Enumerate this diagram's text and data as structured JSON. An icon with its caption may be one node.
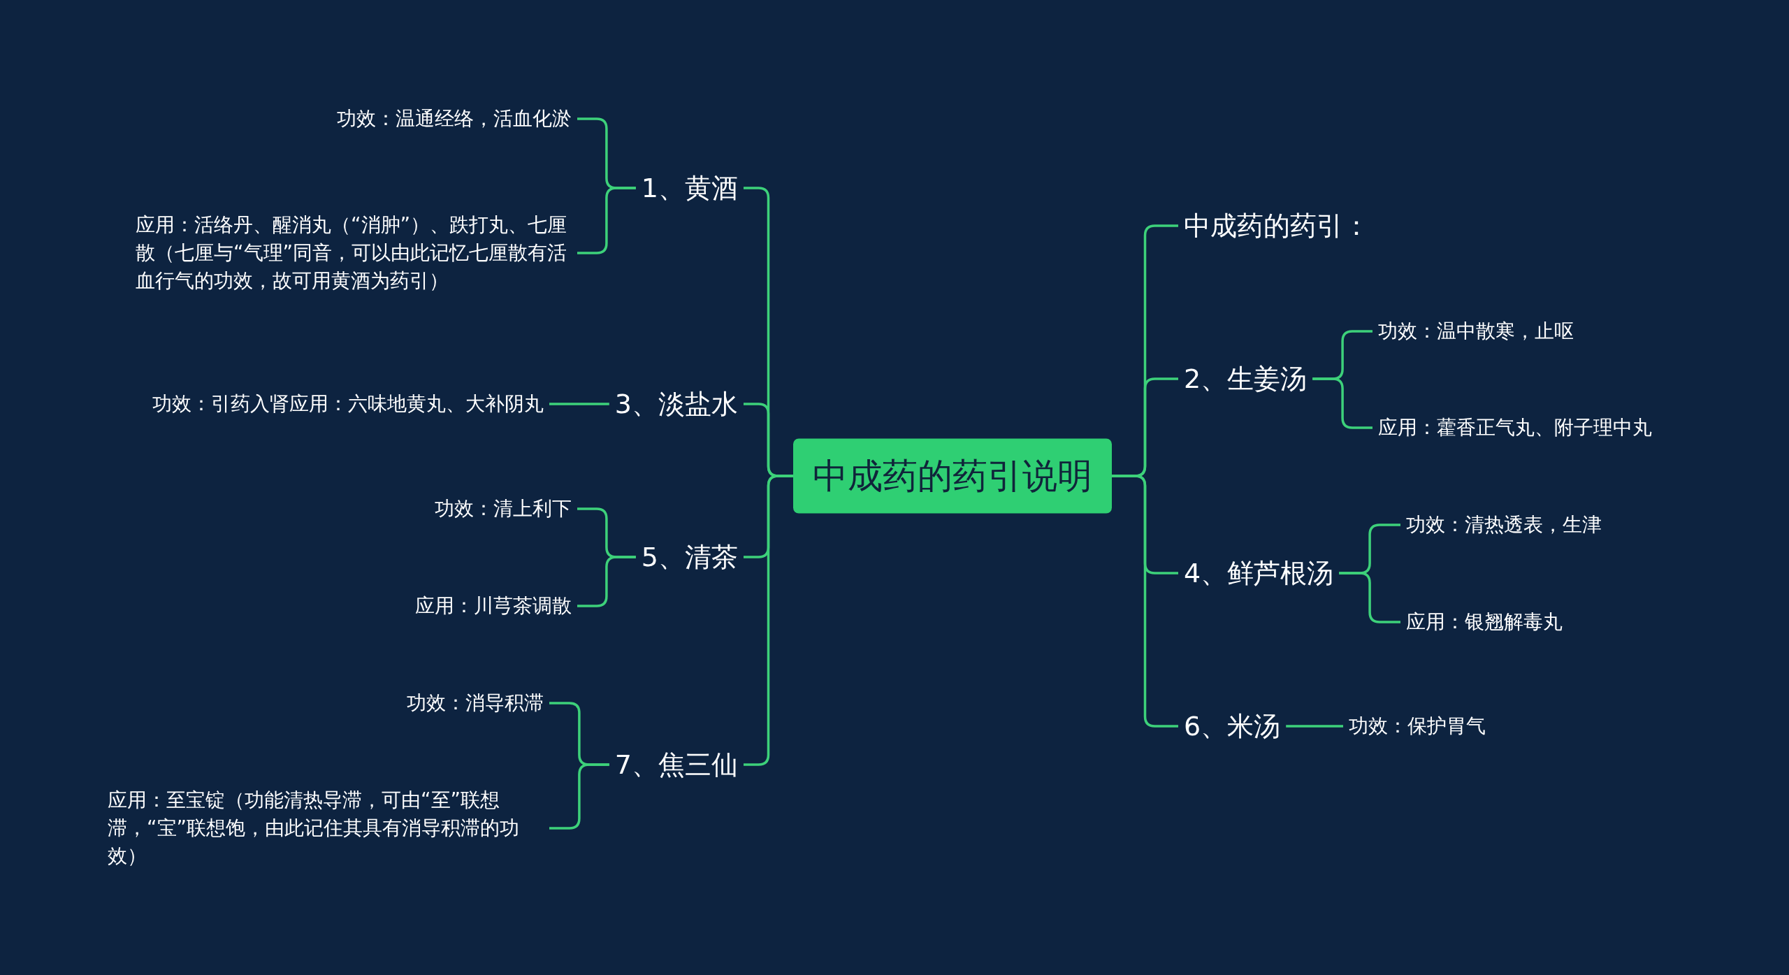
{
  "diagram": {
    "nodes": [
      {
        "text": [
          "中成药的药引说明"
        ]
      },
      {
        "text": [
          "1、黄酒"
        ]
      },
      {
        "text": [
          "功效：温通经络，活血化淤"
        ]
      },
      {
        "text": [
          "应用：活络丹、醒消丸（“消肿”）、跌打丸、七厘散（七厘与“气理”同音，可以由此记忆七厘散有活血行气的功效，故可用黄酒为药引）"
        ]
      },
      {
        "text": [
          "3、淡盐水"
        ]
      },
      {
        "text": [
          "功效：引药入肾应用：六味地黄丸、大补阴丸"
        ]
      },
      {
        "text": [
          "5、清茶"
        ]
      },
      {
        "text": [
          "功效：清上利下"
        ]
      },
      {
        "text": [
          "应用：川芎茶调散"
        ]
      },
      {
        "text": [
          "7、焦三仙"
        ]
      },
      {
        "text": [
          "功效：消导积滞"
        ]
      },
      {
        "text": [
          "应用：至宝锭（功能清热导滞，可由“至”联想滞，“宝”联想饱，由此记住其具有消导积滞的功效）"
        ]
      },
      {
        "text": [
          "中成药的药引："
        ]
      },
      {
        "text": [
          "2、生姜汤"
        ]
      },
      {
        "text": [
          "功效：温中散寒，止呕"
        ]
      },
      {
        "text": [
          "应用：藿香正气丸、附子理中丸"
        ]
      },
      {
        "text": [
          "4、鲜芦根汤"
        ]
      },
      {
        "text": [
          "功效：清热透表，生津"
        ]
      },
      {
        "text": [
          "应用：银翘解毒丸"
        ]
      },
      {
        "text": [
          "6、米汤"
        ]
      },
      {
        "text": [
          "功效：保护胃气"
        ]
      }
    ],
    "edges": [
      {
        "from": 0,
        "to": 1,
        "arrow": "none"
      },
      {
        "from": 1,
        "to": 2,
        "arrow": "none"
      },
      {
        "from": 1,
        "to": 3,
        "arrow": "none"
      },
      {
        "from": 0,
        "to": 4,
        "arrow": "none"
      },
      {
        "from": 4,
        "to": 5,
        "arrow": "none"
      },
      {
        "from": 0,
        "to": 6,
        "arrow": "none"
      },
      {
        "from": 6,
        "to": 7,
        "arrow": "none"
      },
      {
        "from": 6,
        "to": 8,
        "arrow": "none"
      },
      {
        "from": 0,
        "to": 9,
        "arrow": "none"
      },
      {
        "from": 9,
        "to": 10,
        "arrow": "none"
      },
      {
        "from": 9,
        "to": 11,
        "arrow": "none"
      },
      {
        "from": 0,
        "to": 12,
        "arrow": "none"
      },
      {
        "from": 0,
        "to": 13,
        "arrow": "none"
      },
      {
        "from": 13,
        "to": 14,
        "arrow": "none"
      },
      {
        "from": 13,
        "to": 15,
        "arrow": "none"
      },
      {
        "from": 0,
        "to": 16,
        "arrow": "none"
      },
      {
        "from": 16,
        "to": 17,
        "arrow": "none"
      },
      {
        "from": 16,
        "to": 18,
        "arrow": "none"
      },
      {
        "from": 0,
        "to": 19,
        "arrow": "none"
      },
      {
        "from": 19,
        "to": 20,
        "arrow": "none"
      }
    ]
  }
}
